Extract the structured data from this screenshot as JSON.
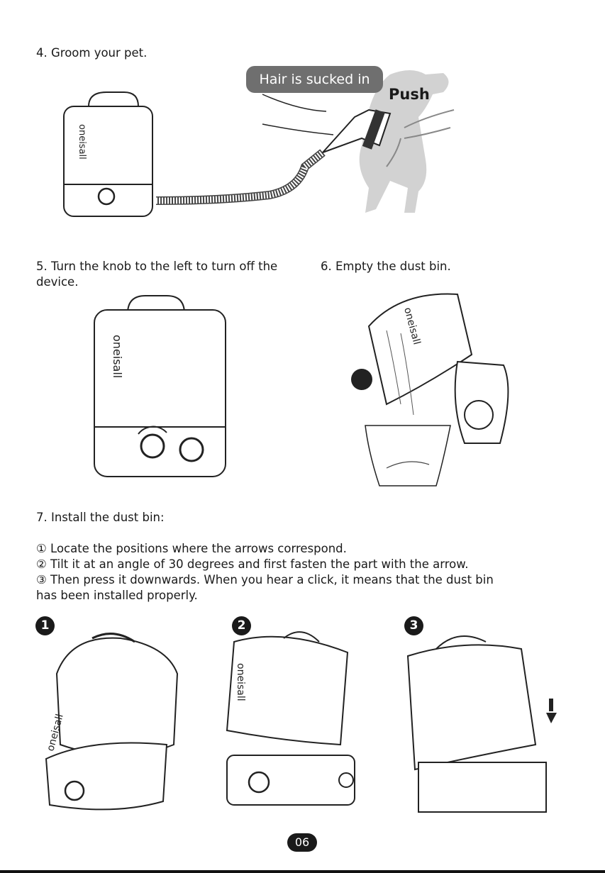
{
  "step4": {
    "title": "4. Groom your pet.",
    "bubble": "Hair is sucked in",
    "push": "Push"
  },
  "step5": {
    "line1": "5. Turn the knob to the left to turn off the",
    "line2": "device."
  },
  "step6": {
    "title": "6. Empty the dust bin."
  },
  "step7": {
    "title": "7. Install the dust bin:",
    "instr1": "① Locate the positions where the arrows correspond.",
    "instr2": "② Tilt it at an angle of 30 degrees and first fasten the part with the arrow.",
    "instr3a": "③ Then press it downwards. When you hear a click, it means that the dust bin",
    "instr3b": "has been installed properly.",
    "badges": [
      "1",
      "2",
      "3"
    ]
  },
  "page_number": "06"
}
